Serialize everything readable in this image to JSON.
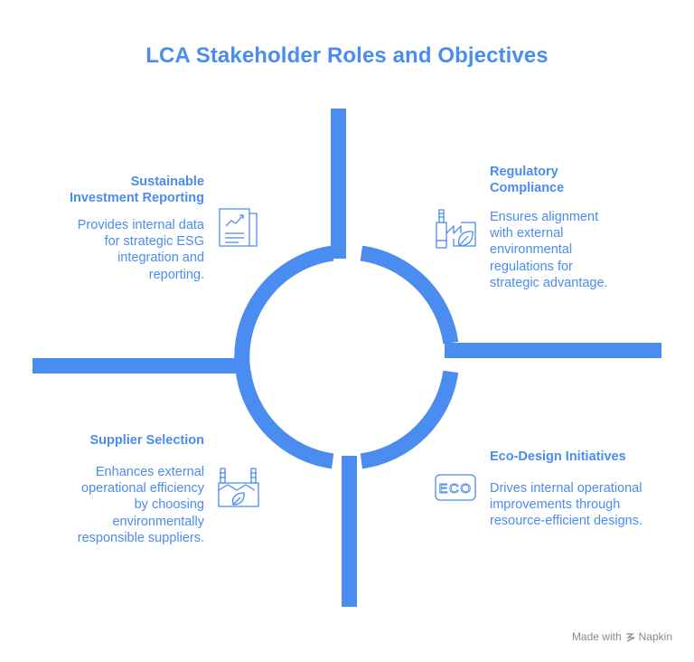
{
  "title": "LCA Stakeholder Roles and Objectives",
  "colors": {
    "accent": "#4a8cf0",
    "footer": "#8a8a8a"
  },
  "quadrants": {
    "top_left": {
      "heading_line1": "Sustainable",
      "heading_line2": "Investment Reporting",
      "body_lines": [
        "Provides internal data",
        "for strategic ESG",
        "integration and",
        "reporting."
      ],
      "icon": "report-chart-icon"
    },
    "top_right": {
      "heading_line1": "Regulatory",
      "heading_line2": "Compliance",
      "body_lines": [
        "Ensures alignment",
        "with external",
        "environmental",
        "regulations for",
        "strategic advantage."
      ],
      "icon": "factory-leaf-icon"
    },
    "bottom_left": {
      "heading_line1": "Supplier Selection",
      "body_lines": [
        "Enhances external",
        "operational efficiency",
        "by choosing",
        "environmentally",
        "responsible suppliers."
      ],
      "icon": "eco-factory-icon"
    },
    "bottom_right": {
      "heading_line1": "Eco-Design Initiatives",
      "body_lines": [
        "Drives internal operational",
        "improvements through",
        "resource-efficient designs."
      ],
      "icon": "eco-label-icon",
      "icon_text": "ECO"
    }
  },
  "footer": {
    "made_with": "Made with",
    "brand": "Napkin"
  }
}
